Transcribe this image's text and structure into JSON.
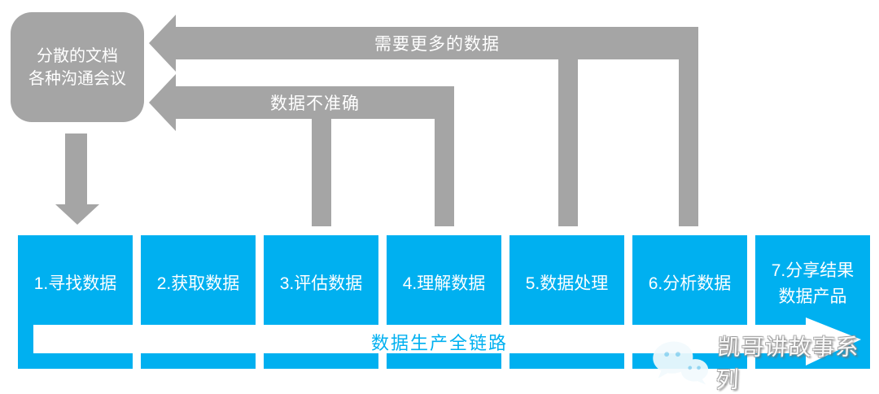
{
  "colors": {
    "gray": "#A5A5A5",
    "blue": "#00B0F0",
    "background": "#FFFFFF",
    "shape_text": "#FFFFFF"
  },
  "source_box": {
    "line1": "分散的文档",
    "line2": "各种沟通会议"
  },
  "feedback_arrows": [
    {
      "label": "需要更多的数据"
    },
    {
      "label": "数据不准确"
    }
  ],
  "stages": [
    {
      "line1": "1.寻找数据",
      "line2": ""
    },
    {
      "line1": "2.获取数据",
      "line2": ""
    },
    {
      "line1": "3.评估数据",
      "line2": ""
    },
    {
      "line1": "4.理解数据",
      "line2": ""
    },
    {
      "line1": "5.数据处理",
      "line2": ""
    },
    {
      "line1": "6.分析数据",
      "line2": ""
    },
    {
      "line1": "7.分享结果",
      "line2": "数据产品"
    }
  ],
  "banner": {
    "label": "数据生产全链路"
  },
  "watermark": {
    "icon": "wechat-icon",
    "label": "凯哥讲故事系列"
  }
}
